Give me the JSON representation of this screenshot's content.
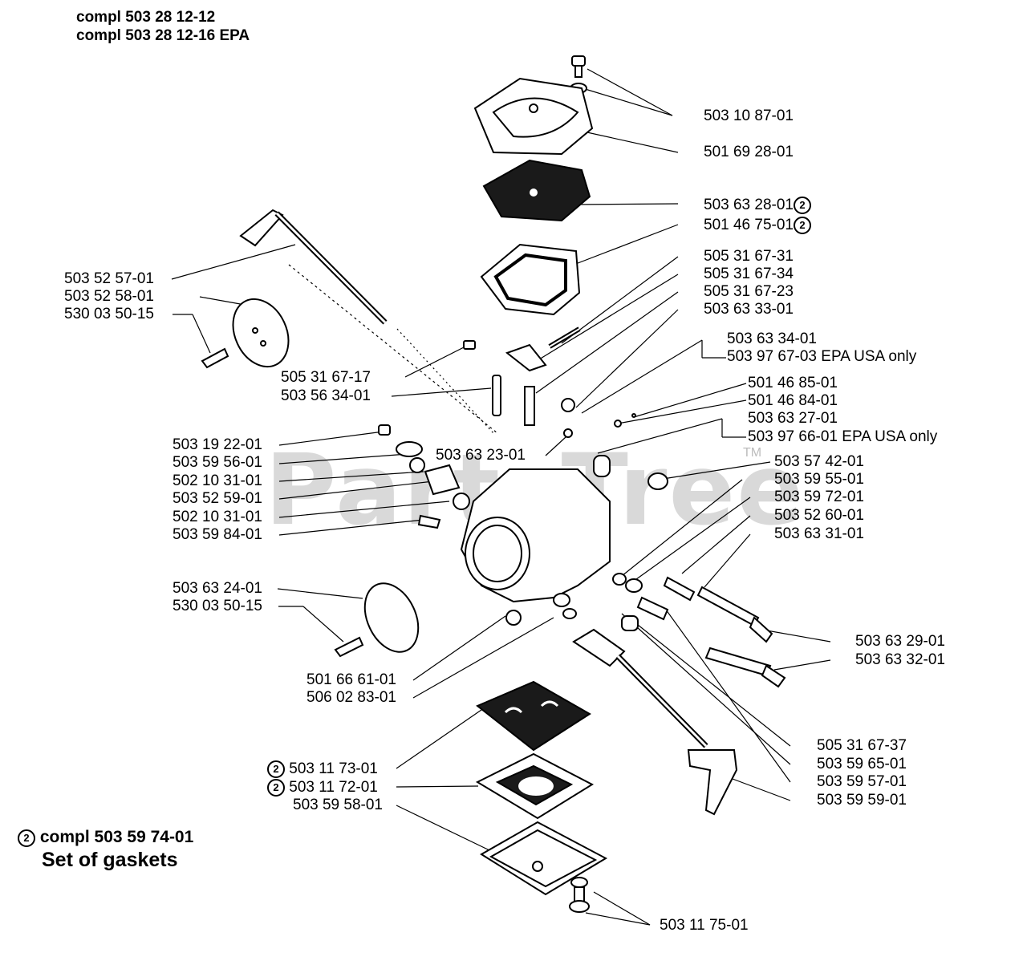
{
  "header": {
    "line1": "compl 503 28 12-12",
    "line2": "compl 503 28 12-16 EPA"
  },
  "watermark": {
    "text": "PartsTree",
    "trademark": "TM",
    "color": "#d9d9d9"
  },
  "callout_marker": "2",
  "footnote": {
    "marker": "2",
    "title": "compl 503 59 74-01",
    "subtitle": "Set of gaskets"
  },
  "parts": {
    "p01": "503 10 87-01",
    "p02": "501 69 28-01",
    "p03": "503 63 28-01",
    "p04": "501 46 75-01",
    "p05": "505 31 67-31",
    "p06": "505 31 67-34",
    "p07": "505 31 67-23",
    "p08": "503 63 33-01",
    "p09": "503 63 34-01",
    "p10": "503 97 67-03 EPA USA only",
    "p11": "501 46 85-01",
    "p12": "501 46 84-01",
    "p13": "503 63 27-01",
    "p14": "503 97 66-01 EPA USA only",
    "p15": "503 57 42-01",
    "p16": "503 59 55-01",
    "p17": "503 59 72-01",
    "p18": "503 52 60-01",
    "p19": "503 63 31-01",
    "p20": "503 63 29-01",
    "p21": "503 63 32-01",
    "p22": "505 31 67-37",
    "p23": "503 59 65-01",
    "p24": "503 59 57-01",
    "p25": "503 59 59-01",
    "p26": "503 11 75-01",
    "p27": "503 52 57-01",
    "p28": "503 52 58-01",
    "p29": "530 03 50-15",
    "p30": "505 31 67-17",
    "p31": "503 56 34-01",
    "p32": "503 19 22-01",
    "p33": "503 59 56-01",
    "p34": "502 10 31-01",
    "p35": "503 52 59-01",
    "p36": "502 10 31-01",
    "p37": "503 59 84-01",
    "p38": "503 63 23-01",
    "p39": "503 63 24-01",
    "p40": "530 03 50-15",
    "p41": "501 66 61-01",
    "p42": "506 02 83-01",
    "p43": "503 11 73-01",
    "p44": "503 11 72-01",
    "p45": "503 59 58-01"
  }
}
